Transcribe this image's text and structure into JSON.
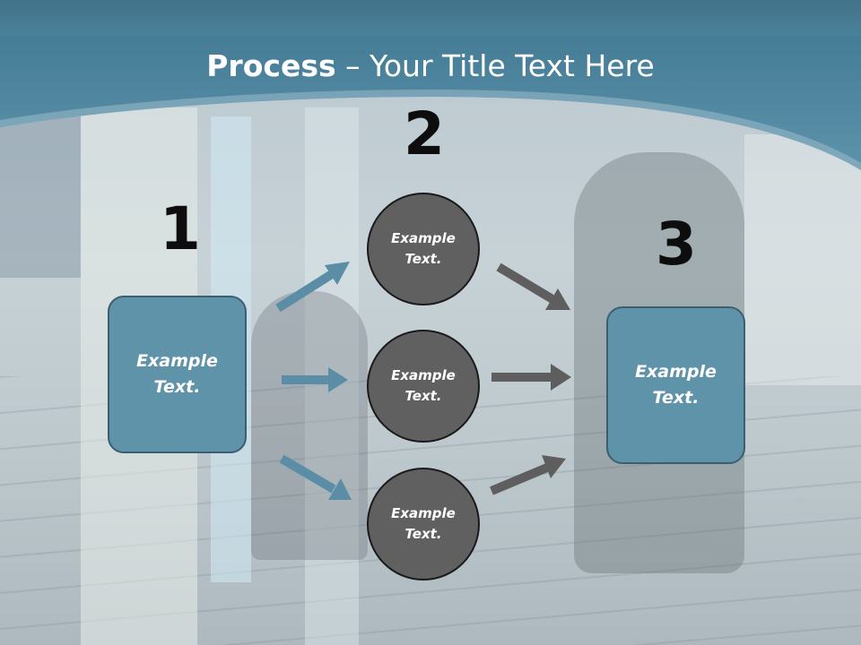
{
  "slide": {
    "title_strong": "Process",
    "title_rest": " – Your Title Text Here"
  },
  "steps": {
    "one": {
      "number": "1",
      "text": "Example Text."
    },
    "two": {
      "number": "2",
      "items": [
        "Example Text.",
        "Example Text.",
        "Example Text."
      ]
    },
    "three": {
      "number": "3",
      "text": "Example Text."
    }
  },
  "colors": {
    "header": "#4f87a0",
    "box": "#5f93aa",
    "circle": "#606060",
    "arrow_blue": "#5b8ea6",
    "arrow_gray": "#5e5e5e"
  }
}
